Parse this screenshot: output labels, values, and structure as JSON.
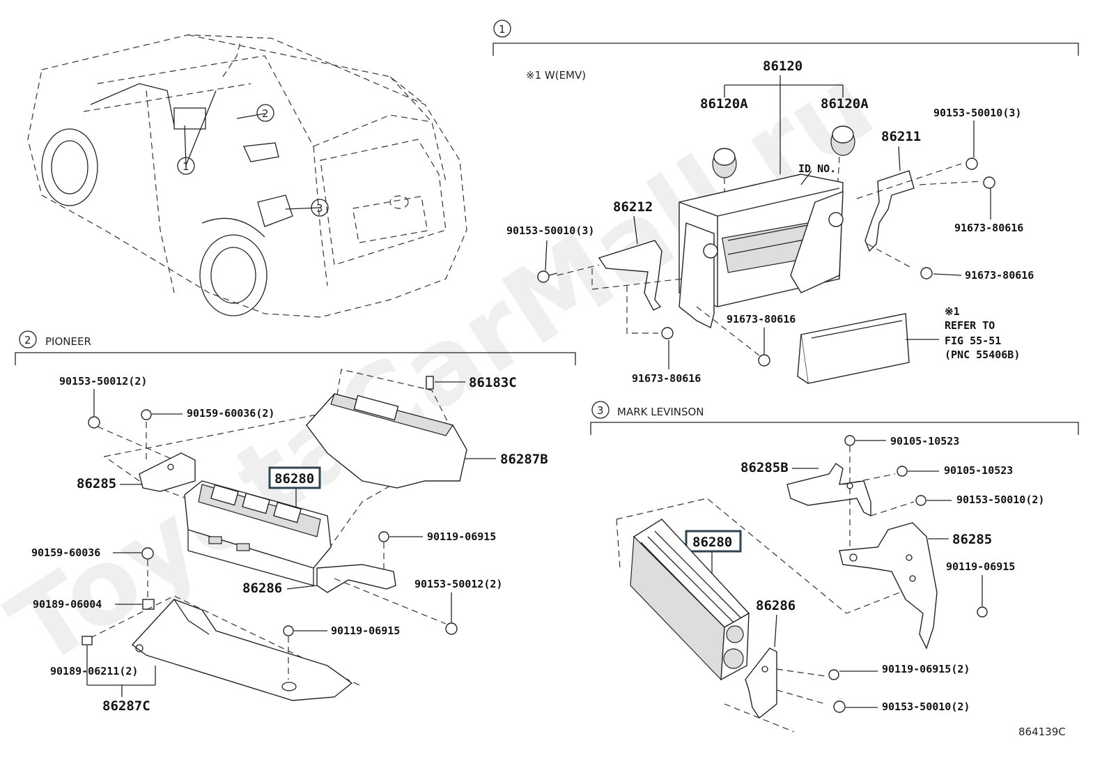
{
  "diagram_code": "864139C",
  "watermark": "ToyotaCarMall.ru",
  "sections": [
    {
      "num": "1",
      "title": ""
    },
    {
      "num": "2",
      "title": "PIONEER"
    },
    {
      "num": "3",
      "title": "MARK LEVINSON"
    }
  ],
  "callouts_car": [
    "1",
    "2",
    "3"
  ],
  "section1": {
    "note": "※1 W(EMV)",
    "labels": {
      "main_unit": "86120",
      "knob_left": "86120A",
      "knob_right": "86120A",
      "id_no": "ID NO.",
      "bracket_right": "86211",
      "bracket_left": "86212",
      "screw_tr": "90153-50010(3)",
      "screw_tl": "90153-50010(3)",
      "bolt_r1": "91673-80616",
      "bolt_r2": "91673-80616",
      "bolt_bm": "91673-80616",
      "bolt_bl": "91673-80616",
      "ref_note_1": "※1",
      "ref_note_2": "REFER TO",
      "ref_note_3": "FIG 55-51",
      "ref_note_4": "(PNC 55406B)"
    }
  },
  "section2": {
    "labels": {
      "screw_tl": "90153-50012(2)",
      "screw_t2": "90159-60036(2)",
      "clip_top": "86183C",
      "cover": "86287B",
      "bracket_l": "86285",
      "amp": "86280",
      "screw_m": "90119-06915",
      "screw_l": "90159-60036",
      "bracket_b": "86286",
      "screw_br": "90153-50012(2)",
      "clip_l": "90189-06004",
      "screw_bm": "90119-06915",
      "clip_bl": "90189-06211(2)",
      "tray": "86287C"
    }
  },
  "section3": {
    "labels": {
      "screw_t1": "90105-10523",
      "bracket_t": "86285B",
      "screw_t2": "90105-10523",
      "screw_t3": "90153-50010(2)",
      "bracket_r": "86285",
      "amp": "86280",
      "screw_r": "90119-06915",
      "bracket_b": "86286",
      "screw_b1": "90119-06915(2)",
      "screw_b2": "90153-50010(2)"
    }
  }
}
